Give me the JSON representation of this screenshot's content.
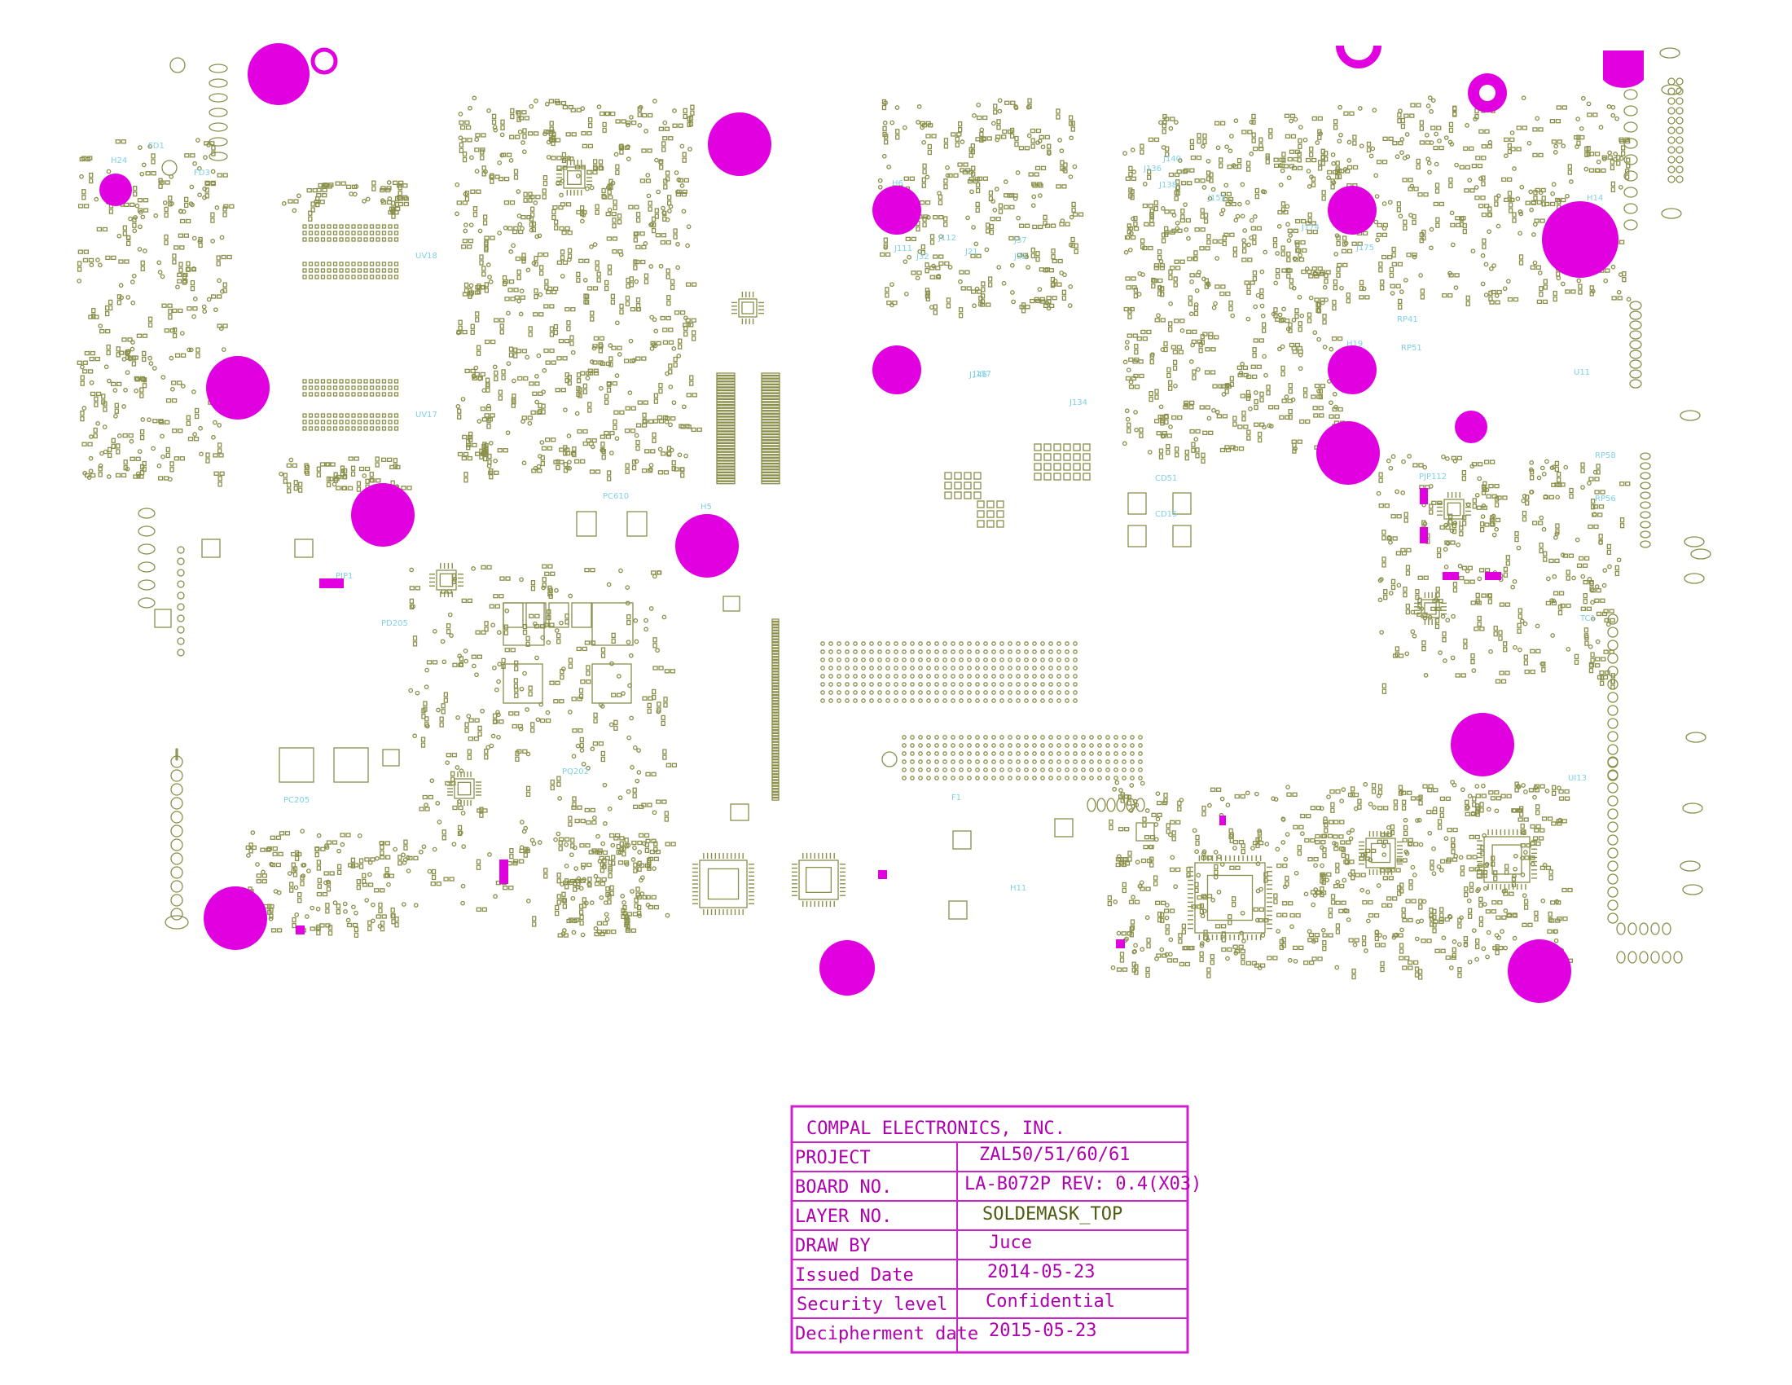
{
  "colors": {
    "background": "#ffffff",
    "outline": "#8a8f4a",
    "silk_label": "#7fd0e8",
    "mask_opening": "#e000e0",
    "title_block_border": "#cc22cc",
    "title_block_text_label": "#b000b0",
    "title_block_value_magenta": "#b000b0",
    "title_block_value_dark": "#505a10"
  },
  "board": {
    "labels": [
      "H24",
      "FD1",
      "FD3",
      "PC610",
      "H5",
      "H6",
      "H19",
      "H14",
      "U11",
      "PJP112",
      "CD51",
      "CD15",
      "RP58",
      "RP56",
      "UI13",
      "F1",
      "H11",
      "UV18",
      "UV17",
      "TC1",
      "PC205",
      "PD205",
      "PQ202",
      "PJP1",
      "J157",
      "J146",
      "J134",
      "J182",
      "J171",
      "J174",
      "J111",
      "J112",
      "J21",
      "J32",
      "J140",
      "J136",
      "J138",
      "J153",
      "J175",
      "RP41",
      "RP51",
      "J39",
      "J37"
    ]
  },
  "title_block": {
    "company": "COMPAL ELECTRONICS, INC.",
    "rows": [
      {
        "label": "PROJECT",
        "value": "ZAL50/51/60/61"
      },
      {
        "label": "BOARD NO.",
        "value": "LA-B072P   REV: 0.4(X03)"
      },
      {
        "label": "LAYER NO.",
        "value": "SOLDEMASK_TOP"
      },
      {
        "label": "DRAW BY",
        "value": "Juce"
      },
      {
        "label": "Issued  Date",
        "value": "2014-05-23"
      },
      {
        "label": "Security level",
        "value": "Confidential"
      },
      {
        "label": "Decipherment date",
        "value": "2015-05-23"
      }
    ]
  }
}
